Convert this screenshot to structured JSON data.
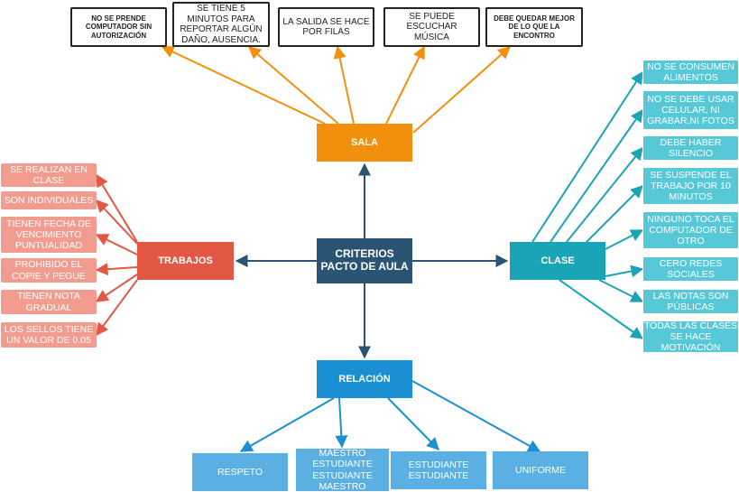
{
  "center": "CRITERIOS\nPACTO DE AULA",
  "sala": {
    "label": "SALA",
    "items": [
      "NO SE PRENDE COMPUTADOR SIN AUTORIZACIÓN",
      "SE TIENE 5 MINUTOS PARA REPORTAR ALGÚN DAÑO, AUSENCIA.",
      "LA SALIDA SE HACE POR FILAS",
      "SE PUEDE ESCUCHAR MÚSICA",
      "DEBE QUEDAR MEJOR DE LO QUE LA ENCONTRO"
    ]
  },
  "trabajos": {
    "label": "TRABAJOS",
    "items": [
      "SE REALIZAN EN CLASE",
      "SON INDIVIDUALES",
      "TIENEN FECHA DE VENCIMIENTO PUNTUALIDAD",
      "PROHIBIDO EL COPIE Y PEGUE",
      "TIENEN NOTA GRADUAL",
      "LOS SELLOS TIENE UN VALOR DE 0.05"
    ]
  },
  "clase": {
    "label": "CLASE",
    "items": [
      "NO SE CONSUMEN ALIMENTOS",
      "NO SE DEBE USAR CELULAR, NI GRABAR,NI FOTOS",
      "DEBE HABER SILENCIO",
      "SE SUSPENDE EL TRABAJO POR 10 MINUTOS",
      "NINGUNO TOCA EL COMPUTADOR DE OTRO",
      "CERO REDES SOCIALES",
      "LAS NOTAS SON PÚBLICAS",
      "TODAS LAS CLASES SE HACE MOTIVACIÓN"
    ]
  },
  "relacion": {
    "label": "RELACIÓN",
    "items": [
      "RESPETO",
      "MAESTRO ESTUDIANTE ESTUDIANTE MAESTRO",
      "ESTUDIANTE ESTUDIANTE",
      "UNIFORME"
    ]
  },
  "colors": {
    "center": "#2b5474",
    "sala": "#f2900d",
    "trabajos": "#e25845",
    "clase": "#1aa5b6",
    "relacion": "#1b8fd4"
  }
}
